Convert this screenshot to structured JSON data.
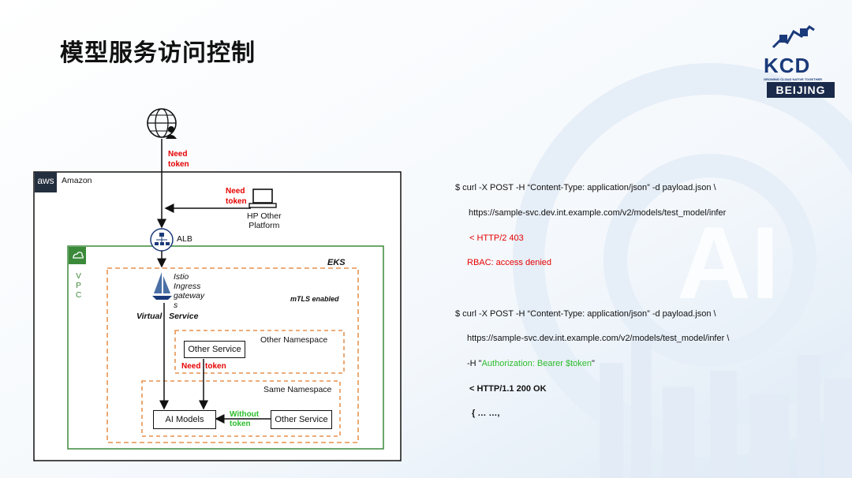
{
  "title": "模型服务访问控制",
  "logo": {
    "brand": "KCD",
    "tagline": "GROWING CLOUD NATIVE TOGETHER",
    "city": "BEIJING"
  },
  "background_text": "AI",
  "diagram": {
    "need_token_top": [
      "Need",
      "token"
    ],
    "aws_badge": "aws",
    "amazon": "Amazon",
    "need_token_platform": [
      "Need",
      "token"
    ],
    "platform_label": [
      "HP Other",
      "Platform"
    ],
    "alb": "ALB",
    "vpc_letters": [
      "V",
      "P",
      "C"
    ],
    "eks": "EKS",
    "istio_label": [
      "Istio",
      "Ingress",
      "gateway",
      "s"
    ],
    "virtual_service": [
      "Virtual",
      "Service"
    ],
    "mtls": "mTLS enabled",
    "other_namespace": "Other Namespace",
    "other_service_top": "Other Service",
    "need_token_ns": [
      "Need",
      "token"
    ],
    "same_namespace": "Same Namespace",
    "ai_models": "AI Models",
    "without_token": [
      "Without",
      "token"
    ],
    "other_service_bottom": "Other Service"
  },
  "code": {
    "line1": "$ curl -X POST -H “Content-Type: application/json” -d payload.json \\",
    "line2": "https://sample-svc.dev.int.example.com/v2/models/test_model/infer",
    "line3": "< HTTP/2 403",
    "line4": "RBAC: access denied",
    "line5": "$ curl -X POST -H “Content-Type: application/json” -d payload.json \\",
    "line6": "https://sample-svc.dev.int.example.com/v2/models/test_model/infer \\",
    "line7_pre": "-H \"",
    "line7_green": "Authorization: Bearer $token",
    "line7_post": "\"",
    "line8": "< HTTP/1.1 200 OK",
    "line9": "{ … …,"
  },
  "colors": {
    "red": "#e60000",
    "green": "#2dbd2d",
    "vpc_green": "#3b8a3a",
    "eks_orange": "#e07b2a",
    "kcd_blue": "#1a3a7a"
  }
}
